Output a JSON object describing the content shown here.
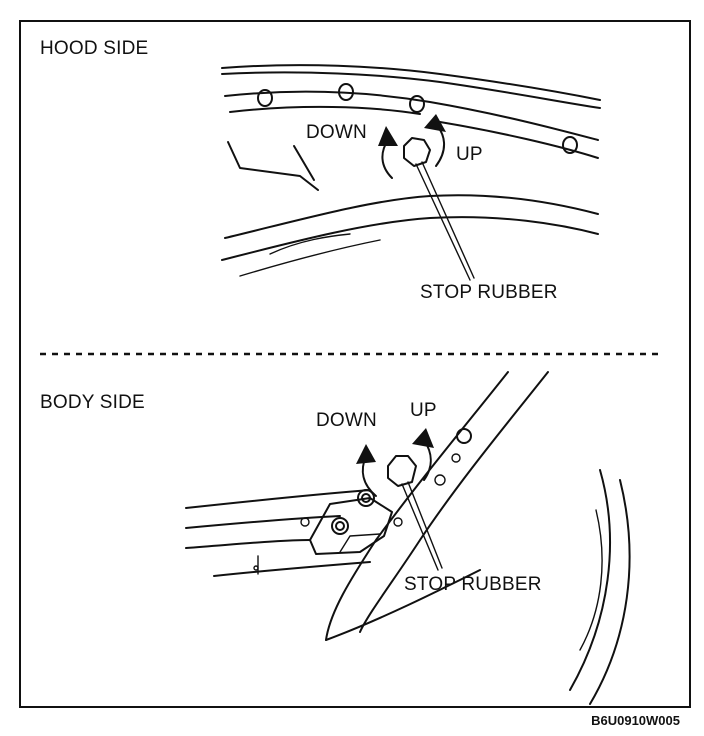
{
  "hood_panel": {
    "title": "HOOD SIDE",
    "label_down": "DOWN",
    "label_up": "UP",
    "label_part": "STOP RUBBER"
  },
  "body_panel": {
    "title": "BODY SIDE",
    "label_down": "DOWN",
    "label_up": "UP",
    "label_part": "STOP RUBBER"
  },
  "figure_code": "B6U0910W005",
  "colors": {
    "ink": "#111111",
    "paper": "#ffffff"
  }
}
